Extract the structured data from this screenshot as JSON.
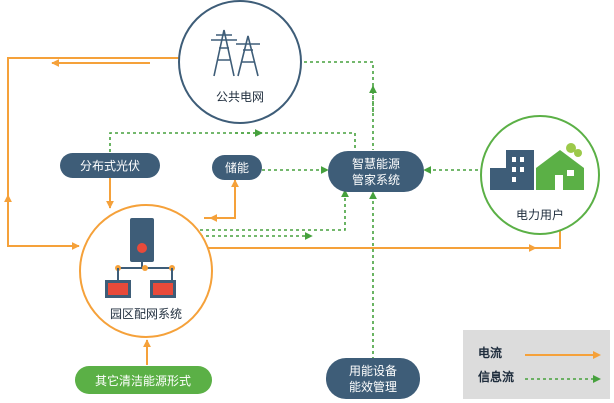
{
  "nodes": {
    "grid": "公共电网",
    "distributed_pv": "分布式光伏",
    "storage": "储能",
    "smart_ems": [
      "智慧能源",
      "管家系统"
    ],
    "power_user": "电力用户",
    "park_grid": "园区配网系统",
    "other_clean": "其它清洁能源形式",
    "device_mgmt": [
      "用能设备",
      "能效管理"
    ]
  },
  "legend": {
    "power_flow": "电流",
    "info_flow": "信息流"
  },
  "colors": {
    "power_flow": "#f5a13a",
    "info_flow": "#46a13d",
    "pill_navy": "#3e5d78",
    "pill_green": "#5bb046",
    "circle_grid": "#3e5d78",
    "circle_park": "#f5a13a",
    "circle_user": "#5bb046",
    "legend_bg": "#dcdcdc"
  }
}
